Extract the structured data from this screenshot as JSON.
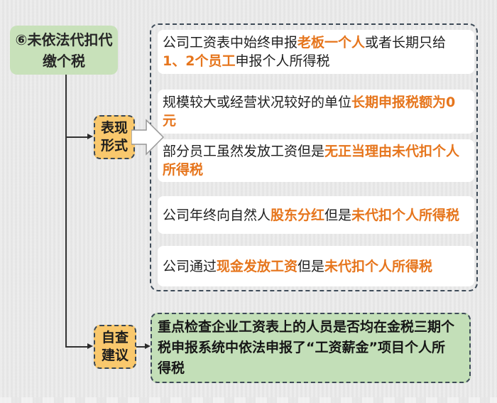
{
  "diagram": {
    "title_node": {
      "text": "⑥未依法代扣代缴个税",
      "lines": [
        "⑥未依法代扣代",
        "缴个税"
      ]
    },
    "branch_manifestation": {
      "label": "表现形式",
      "label_lines": [
        "表现",
        "形式"
      ],
      "items": [
        {
          "lines": [
            [
              {
                "t": "公司工资表中始终申报"
              },
              {
                "t": "老板一个人",
                "hl": true
              },
              {
                "t": "或者长期只给"
              }
            ],
            [
              {
                "t": "1、2个员工",
                "hl": true
              },
              {
                "t": "申报个人所得税"
              }
            ]
          ]
        },
        {
          "lines": [
            [
              {
                "t": "规模较大或经营状况较好的单位"
              },
              {
                "t": "长期申报税额为0",
                "hl": true
              }
            ],
            [
              {
                "t": "元",
                "hl": true
              }
            ]
          ]
        },
        {
          "lines": [
            [
              {
                "t": "部分员工虽然发放工资但是"
              },
              {
                "t": "无正当理由未代扣个人",
                "hl": true
              }
            ],
            [
              {
                "t": "所得税",
                "hl": true
              }
            ]
          ]
        },
        {
          "lines": [
            [
              {
                "t": "公司年终向自然人"
              },
              {
                "t": "股东分红",
                "hl": true
              },
              {
                "t": "但是"
              },
              {
                "t": "未代扣个人所得税",
                "hl": true
              }
            ]
          ]
        },
        {
          "lines": [
            [
              {
                "t": "公司通过"
              },
              {
                "t": "现金发放工资",
                "hl": true
              },
              {
                "t": "但是"
              },
              {
                "t": "未代扣个人所得税",
                "hl": true
              }
            ]
          ]
        }
      ]
    },
    "branch_self_check": {
      "label": "自查建议",
      "label_lines": [
        "自查",
        "建议"
      ],
      "advice_text": "重点检查企业工资表上的人员是否均在金税三期个税申报系统中依法申报了“工资薪金”项目个人所得税",
      "advice_lines": [
        "重点检查企业工资表上的人员是否均在金税三期个",
        "税申报系统中依法申报了“工资薪金”项目个人所",
        "得税"
      ]
    },
    "colors": {
      "page_background": "#e9e9e9",
      "title_node_bg": "#c8e1ba",
      "label_node_bg": "#f9c86d",
      "dashed_border": "#3e4b58",
      "item_card_bg": "#ffffff",
      "advice_panel_bg": "#c3dfb8",
      "highlight_text": "#e6751c",
      "body_text": "#1f1f1f"
    }
  }
}
